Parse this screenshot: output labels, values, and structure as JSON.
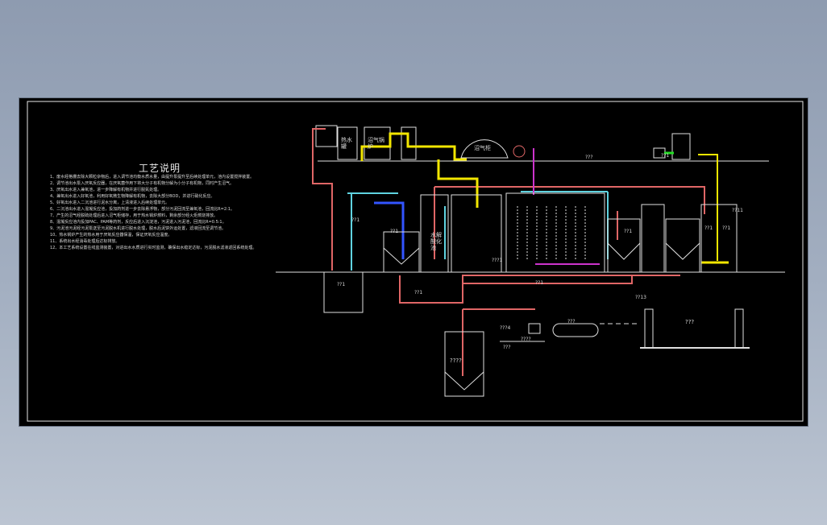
{
  "notes": {
    "title": "工艺说明",
    "lines": [
      "1、废水经格栅去除大颗粒杂物后，进入调节池均衡水质水量，由提升泵提升至后续处理单元，池内设置搅拌装置。",
      "2、调节池出水泵入厌氧反应器，在厌氧菌作用下将大分子有机物分解为小分子有机物，同时产生沼气。",
      "3、厌氧出水进入兼氧池，进一步降解有机物并进行脱氮处理。",
      "4、兼氧出水进入好氧池，利用好氧微生物降解有机物，去除大部分BOD，并进行硝化反应。",
      "5、好氧出水进入二沉池进行泥水分离，上清液进入后续处理单元。",
      "6、二沉池出水进入混凝反应池，投加药剂进一步去除悬浮物，部分污泥回流至兼氧池，回流比R=2:1。",
      "7、产生的沼气经脱硫处理后进入沼气柜储存，用于热水锅炉燃料，剩余部分经火炬燃烧排放。",
      "8、混凝反应池内投加PAC、PAM等药剂，反应后进入沉淀池，污泥进入污泥池，回流比R=0.5:1。",
      "9、污泥池污泥经污泥泵送至污泥脱水机进行脱水处理，脱水后泥饼外运处置，滤液回流至调节池。",
      "10、热水锅炉产生的热水用于厌氧反应器保温，保证厌氧反应温度。",
      "11、系统出水经消毒处理后达标排放。",
      "12、本工艺系统设置在线监测装置，对进出水水质进行实时监测，确保出水稳定达标，污泥脱水滤液返回系统处理。"
    ]
  },
  "labels": {
    "hot_water_tank": "热水罐",
    "biogas_boiler": "沼气锅炉",
    "gas_holder": "沼气柜",
    "hydrolysis": "水解酸化池",
    "q1": "??1",
    "q2": "??1",
    "q3": "??1",
    "q4": "??11",
    "q5": "??1",
    "q6": "??1",
    "q7": "??1",
    "q8": "???1",
    "q9": "??1",
    "q10": "??13",
    "q11": "????",
    "q12": "???",
    "q13": "????",
    "q14": "???",
    "q15": "???4",
    "q16": "??1",
    "q17": "??1",
    "q18": "???",
    "q19": "???"
  },
  "colors": {
    "background": "#000000",
    "sewage_line": "#e06666",
    "gas_line": "#f2e600",
    "water_line": "#5fd3e0",
    "blue_line": "#3355ff",
    "magenta_line": "#cc33cc",
    "green_line": "#22dd22",
    "structure": "#e0e0e0"
  }
}
